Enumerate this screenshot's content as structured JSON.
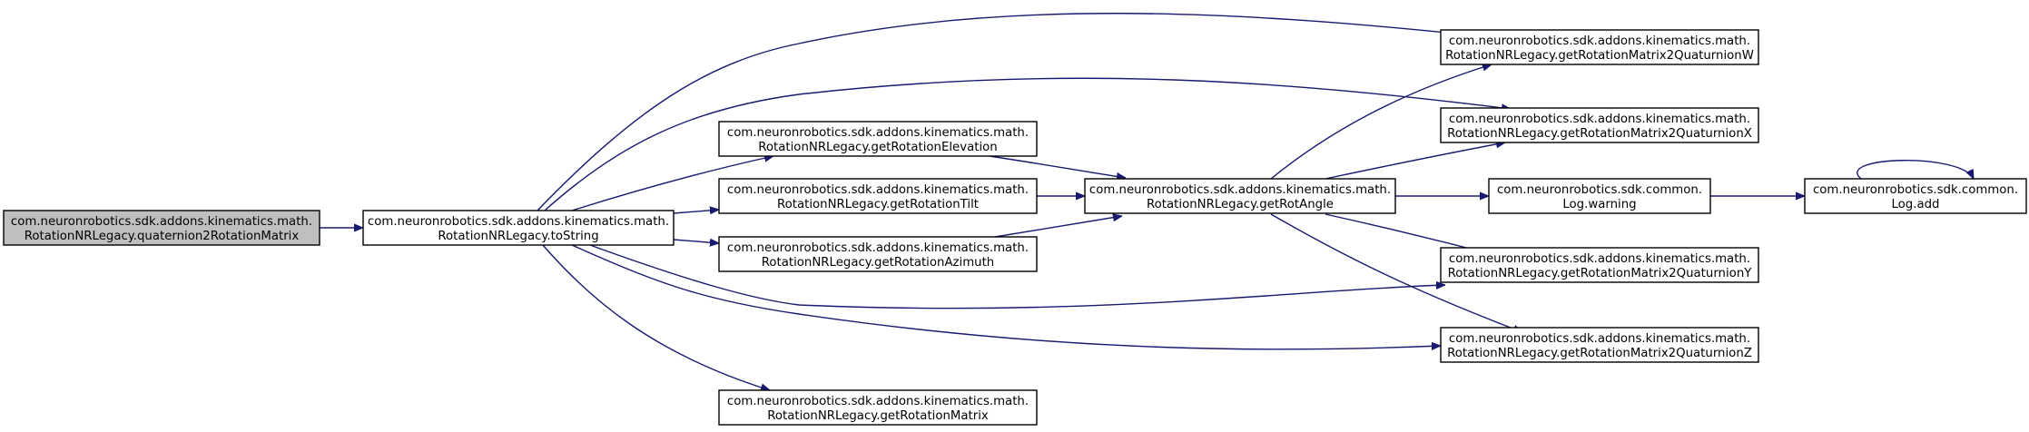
{
  "graph": {
    "nodes": [
      {
        "id": "quat",
        "root": true,
        "line1": "com.neuronrobotics.sdk.addons.kinematics.math.",
        "line2": "RotationNRLegacy.quaternion2RotationMatrix"
      },
      {
        "id": "tostring",
        "line1": "com.neuronrobotics.sdk.addons.kinematics.math.",
        "line2": "RotationNRLegacy.toString"
      },
      {
        "id": "elev",
        "line1": "com.neuronrobotics.sdk.addons.kinematics.math.",
        "line2": "RotationNRLegacy.getRotationElevation"
      },
      {
        "id": "tilt",
        "line1": "com.neuronrobotics.sdk.addons.kinematics.math.",
        "line2": "RotationNRLegacy.getRotationTilt"
      },
      {
        "id": "azim",
        "line1": "com.neuronrobotics.sdk.addons.kinematics.math.",
        "line2": "RotationNRLegacy.getRotationAzimuth"
      },
      {
        "id": "rotmat",
        "line1": "com.neuronrobotics.sdk.addons.kinematics.math.",
        "line2": "RotationNRLegacy.getRotationMatrix"
      },
      {
        "id": "rotangle",
        "line1": "com.neuronrobotics.sdk.addons.kinematics.math.",
        "line2": "RotationNRLegacy.getRotAngle"
      },
      {
        "id": "qw",
        "line1": "com.neuronrobotics.sdk.addons.kinematics.math.",
        "line2": "RotationNRLegacy.getRotationMatrix2QuaturnionW"
      },
      {
        "id": "qx",
        "line1": "com.neuronrobotics.sdk.addons.kinematics.math.",
        "line2": "RotationNRLegacy.getRotationMatrix2QuaturnionX"
      },
      {
        "id": "warn",
        "line1": "com.neuronrobotics.sdk.common.",
        "line2": "Log.warning"
      },
      {
        "id": "qy",
        "line1": "com.neuronrobotics.sdk.addons.kinematics.math.",
        "line2": "RotationNRLegacy.getRotationMatrix2QuaturnionY"
      },
      {
        "id": "qz",
        "line1": "com.neuronrobotics.sdk.addons.kinematics.math.",
        "line2": "RotationNRLegacy.getRotationMatrix2QuaturnionZ"
      },
      {
        "id": "logadd",
        "line1": "com.neuronrobotics.sdk.common.",
        "line2": "Log.add"
      }
    ],
    "edges": [
      {
        "from": "quat",
        "to": "tostring"
      },
      {
        "from": "tostring",
        "to": "qw"
      },
      {
        "from": "tostring",
        "to": "qx"
      },
      {
        "from": "tostring",
        "to": "elev"
      },
      {
        "from": "tostring",
        "to": "tilt"
      },
      {
        "from": "tostring",
        "to": "azim"
      },
      {
        "from": "tostring",
        "to": "qy"
      },
      {
        "from": "tostring",
        "to": "qz"
      },
      {
        "from": "tostring",
        "to": "rotmat"
      },
      {
        "from": "elev",
        "to": "rotangle"
      },
      {
        "from": "tilt",
        "to": "rotangle"
      },
      {
        "from": "azim",
        "to": "rotangle"
      },
      {
        "from": "rotangle",
        "to": "qw"
      },
      {
        "from": "rotangle",
        "to": "qx"
      },
      {
        "from": "rotangle",
        "to": "warn"
      },
      {
        "from": "rotangle",
        "to": "qy"
      },
      {
        "from": "rotangle",
        "to": "qz"
      },
      {
        "from": "warn",
        "to": "logadd"
      },
      {
        "from": "logadd",
        "to": "logadd"
      }
    ]
  }
}
